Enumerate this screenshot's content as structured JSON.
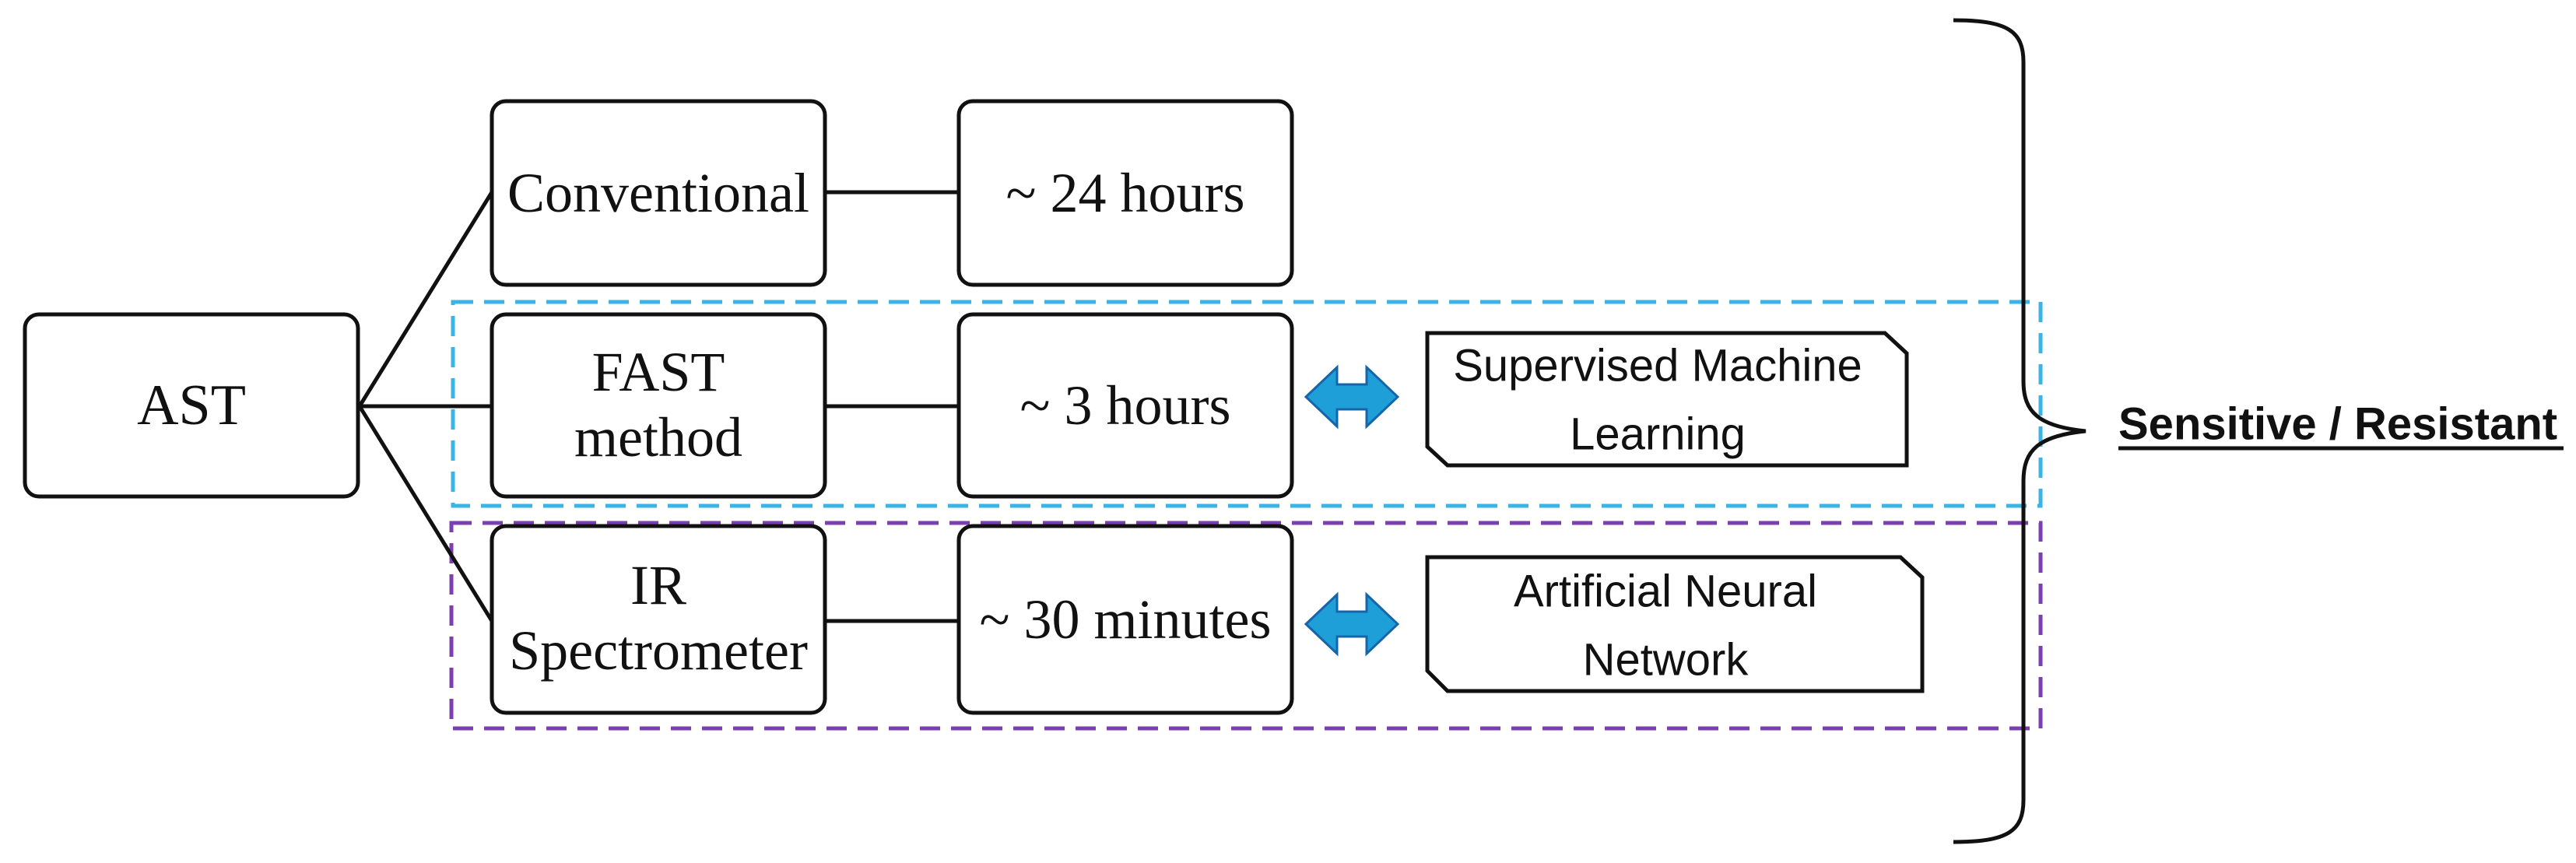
{
  "nodes": {
    "ast": "AST",
    "conventional": "Conventional",
    "fast_line1": "FAST",
    "fast_line2": "method",
    "ir_line1": "IR",
    "ir_line2": "Spectrometer",
    "time_24h": "~ 24 hours",
    "time_3h": "~ 3 hours",
    "time_30m": "~ 30 minutes",
    "sml_line1": "Supervised Machine",
    "sml_line2": "Learning",
    "ann_line1": "Artificial Neural",
    "ann_line2": "Network"
  },
  "result": "Sensitive / Resistant",
  "colors": {
    "fast_group": "#3bb4e5",
    "ir_group": "#7b3fb0",
    "arrow": "#1e9fd8"
  },
  "icons": {
    "bidirectional_arrow": "double-headed-arrow-icon",
    "brace": "right-curly-brace-icon"
  }
}
